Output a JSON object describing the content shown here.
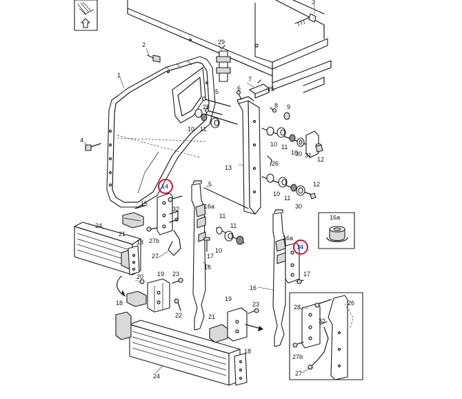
{
  "diagram": {
    "labels": {
      "l1": "1",
      "l2": "2",
      "l3": "3",
      "l4": "4",
      "l5a": "5",
      "l5b": "5",
      "l6": "6",
      "l7": "7",
      "l8": "8",
      "l9": "9",
      "l10a": "10",
      "l10b": "10",
      "l10c": "10",
      "l10d": "10",
      "l10e": "10",
      "l11a": "11",
      "l11b": "11",
      "l11c": "11",
      "l11d": "11",
      "l11e": "11",
      "l12a": "12",
      "l12b": "12",
      "l13": "13",
      "l14a": "14",
      "l14b": "14",
      "l15": "15",
      "l16a": "16",
      "l16b": "16",
      "l16c": "16a",
      "l16d": "16a",
      "l16e": "16a",
      "l17a": "17",
      "l17b": "17",
      "l18a": "18",
      "l18b": "18",
      "l18c": "18",
      "l19a": "19",
      "l19b": "19",
      "l20": "20",
      "l21a": "21",
      "l21b": "21",
      "l22": "22",
      "l23a": "23",
      "l23b": "23",
      "l24a": "24",
      "l24b": "24",
      "l25": "25",
      "l26a": "26",
      "l26b": "26",
      "l27a": "27",
      "l27b": "27",
      "l27c": "27b",
      "l27d": "27b",
      "l28a": "28",
      "l28b": "28",
      "l29": "29",
      "l30a": "30",
      "l30b": "30",
      "l31": "31",
      "l32a": "32",
      "l32b": "32"
    },
    "highlight_color": "#c8102e",
    "highlight_label_color": "#2a58c8",
    "icons": [
      "info-book-icon",
      "up-arrow-icon"
    ]
  }
}
